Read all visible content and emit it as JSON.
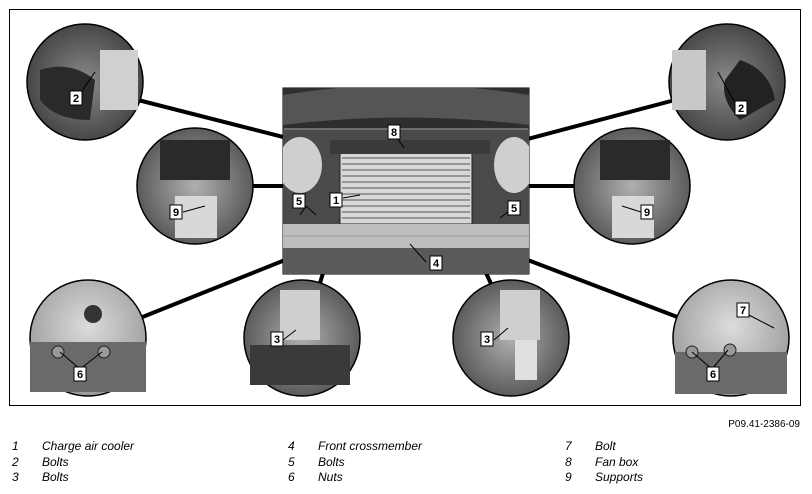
{
  "callouts": {
    "c1": "1",
    "c2a": "2",
    "c2b": "2",
    "c3a": "3",
    "c3b": "3",
    "c4": "4",
    "c5a": "5",
    "c5b": "5",
    "c6a": "6",
    "c6b": "6",
    "c7": "7",
    "c8": "8",
    "c9a": "9",
    "c9b": "9"
  },
  "document_number": "P09.41-2386-09",
  "legend": [
    {
      "num": "1",
      "label": "Charge air cooler"
    },
    {
      "num": "2",
      "label": "Bolts"
    },
    {
      "num": "3",
      "label": "Bolts"
    },
    {
      "num": "4",
      "label": "Front crossmember"
    },
    {
      "num": "5",
      "label": "Bolts"
    },
    {
      "num": "6",
      "label": "Nuts"
    },
    {
      "num": "7",
      "label": "Bolt"
    },
    {
      "num": "8",
      "label": "Fan box"
    },
    {
      "num": "9",
      "label": "Supports"
    }
  ]
}
